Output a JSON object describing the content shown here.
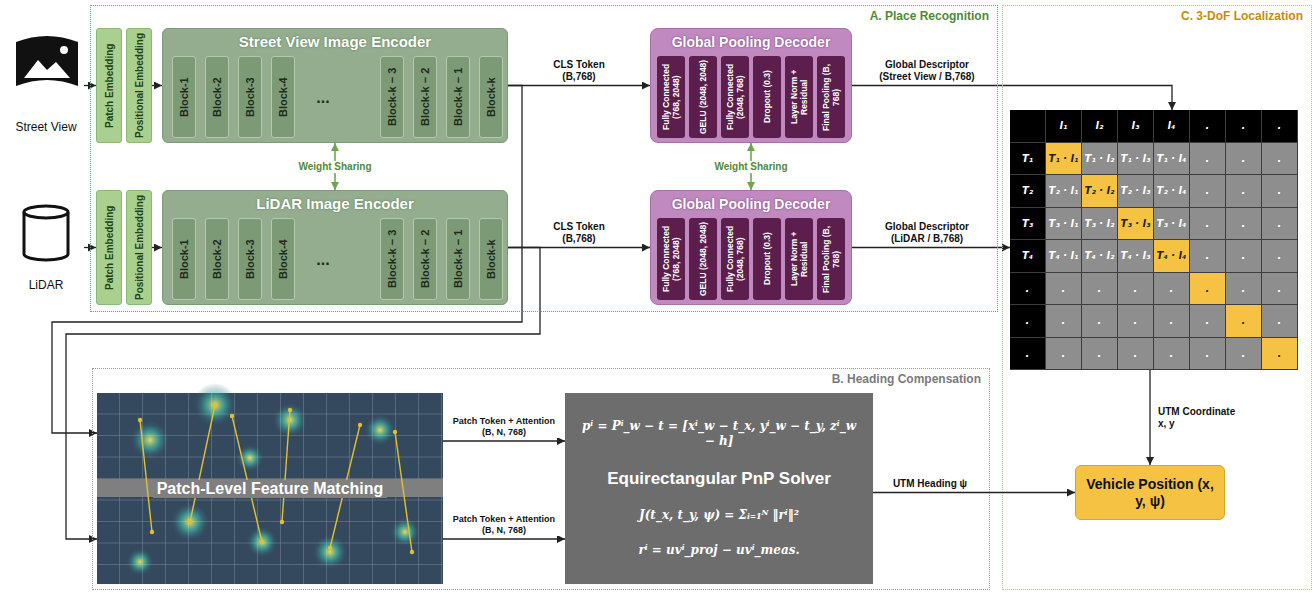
{
  "diagram": {
    "nodes": [
      {
        "text": [
          "Street View"
        ]
      },
      {
        "text": [
          "LiDAR"
        ]
      },
      {
        "text": [
          "A. Place Recognition"
        ]
      },
      {
        "text": [
          "Patch Embedding"
        ],
        "in": 2
      },
      {
        "text": [
          "Positional Embedding"
        ],
        "in": 2
      },
      {
        "text": [
          "Street View Image Encoder"
        ],
        "in": 2
      },
      {
        "text": [
          "Block-1"
        ],
        "in": 5
      },
      {
        "text": [
          "Block-2"
        ],
        "in": 5
      },
      {
        "text": [
          "Block-3"
        ],
        "in": 5
      },
      {
        "text": [
          "Block-4"
        ],
        "in": 5
      },
      {
        "text": [
          "Block-k − 3"
        ],
        "in": 5
      },
      {
        "text": [
          "Block-k − 2"
        ],
        "in": 5
      },
      {
        "text": [
          "Block-k − 1"
        ],
        "in": 5
      },
      {
        "text": [
          "Block-k"
        ],
        "in": 5
      },
      {
        "text": [
          "Global Pooling Decoder"
        ],
        "in": 2
      },
      {
        "text": [
          "Fully Connected (768, 2048)"
        ],
        "in": 14
      },
      {
        "text": [
          "GELU (2048, 2048)"
        ],
        "in": 14
      },
      {
        "text": [
          "Fully Connected (2048, 768)"
        ],
        "in": 14
      },
      {
        "text": [
          "Dropout (0.3)"
        ],
        "in": 14
      },
      {
        "text": [
          "Layer Norm + Residual"
        ],
        "in": 14
      },
      {
        "text": [
          "Final Pooling (B, 768)"
        ],
        "in": 14
      },
      {
        "text": [
          "Patch Embedding"
        ],
        "in": 2
      },
      {
        "text": [
          "Positional Embedding"
        ],
        "in": 2
      },
      {
        "text": [
          "LiDAR Image Encoder"
        ],
        "in": 2
      },
      {
        "text": [
          "Block-1"
        ],
        "in": 23
      },
      {
        "text": [
          "Block-2"
        ],
        "in": 23
      },
      {
        "text": [
          "Block-3"
        ],
        "in": 23
      },
      {
        "text": [
          "Block-4"
        ],
        "in": 23
      },
      {
        "text": [
          "Block-k − 3"
        ],
        "in": 23
      },
      {
        "text": [
          "Block-k − 2"
        ],
        "in": 23
      },
      {
        "text": [
          "Block-k − 1"
        ],
        "in": 23
      },
      {
        "text": [
          "Block-k"
        ],
        "in": 23
      },
      {
        "text": [
          "Global Pooling Decoder"
        ],
        "in": 2
      },
      {
        "text": [
          "Fully Connected (768, 2048)"
        ],
        "in": 32
      },
      {
        "text": [
          "GELU (2048, 2048)"
        ],
        "in": 32
      },
      {
        "text": [
          "Fully Connected (2048, 768)"
        ],
        "in": 32
      },
      {
        "text": [
          "Dropout (0.3)"
        ],
        "in": 32
      },
      {
        "text": [
          "Layer Norm + Residual"
        ],
        "in": 32
      },
      {
        "text": [
          "Final Pooling (B, 768)"
        ],
        "in": 32
      },
      {
        "text": [
          "C. 3-DoF Localization"
        ]
      },
      {
        "text": [],
        "in": 39
      },
      {
        "text": [
          "Vehicle Position (x, y, ψ)"
        ],
        "in": 39
      },
      {
        "text": [
          "B. Heading Compensation"
        ]
      },
      {
        "text": [
          "Patch-Level Feature Matching"
        ],
        "in": 42
      },
      {
        "text": [
          "pⁱ = Pⁱ_w − t = [xⁱ_w − t_x, yⁱ_w − t_y, zⁱ_w − h]",
          "Equirectangular PnP Solver",
          "J(t_x, t_y, ψ) = Σᵢ₌₁ᴺ ‖rⁱ‖²",
          "rⁱ = uvⁱ_proj − uvⁱ_meas."
        ],
        "in": 42
      }
    ],
    "edges": [
      {
        "from": 0,
        "to": 3,
        "arrow": "to"
      },
      {
        "from": 4,
        "to": 5,
        "arrow": "to"
      },
      {
        "from": 5,
        "to": 14,
        "arrow": "to",
        "label": "CLS Token (B,768)"
      },
      {
        "from": 5,
        "to": 23,
        "arrow": "both",
        "label": "Weight Sharing"
      },
      {
        "from": 14,
        "to": 32,
        "arrow": "both",
        "label": "Weight Sharing"
      },
      {
        "from": 1,
        "to": 21,
        "arrow": "to"
      },
      {
        "from": 22,
        "to": 23,
        "arrow": "to"
      },
      {
        "from": 23,
        "to": 32,
        "arrow": "to",
        "label": "CLS Token (B,768)"
      },
      {
        "from": 14,
        "to": 40,
        "arrow": "to",
        "label": "Global Descriptor (Street View / B,768)"
      },
      {
        "from": 32,
        "to": 40,
        "arrow": "to",
        "label": "Global Descriptor (LiDAR / B,768)"
      },
      {
        "from": 5,
        "to": 43,
        "arrow": "to"
      },
      {
        "from": 23,
        "to": 43,
        "arrow": "to"
      },
      {
        "from": 43,
        "to": 44,
        "arrow": "to",
        "label": "Patch Token + Attention (B, N, 768)"
      },
      {
        "from": 43,
        "to": 44,
        "arrow": "to",
        "label": "Patch Token + Attention (B, N, 768)"
      },
      {
        "from": 40,
        "to": 41,
        "arrow": "to",
        "label": "UTM Coordinate x, y"
      },
      {
        "from": 44,
        "to": 41,
        "arrow": "to",
        "label": "UTM Heading ψ"
      }
    ],
    "labels": [
      "...",
      "...",
      "l₁",
      "l₂",
      "l₃",
      "l₄",
      ".",
      ".",
      ".",
      "T₁",
      "T₁ · l₁",
      "T₁ · l₂",
      "T₁ · l₃",
      "T₁ · l₄",
      ".",
      ".",
      ".",
      "T₂",
      "T₂ · l₁",
      "T₂ · l₂",
      "T₂ · l₃",
      "T₂ · l₄",
      ".",
      ".",
      ".",
      "T₃",
      "T₃ · l₁",
      "T₃ · l₂",
      "T₃ · l₃",
      "T₃ · l₄",
      ".",
      ".",
      ".",
      "T₄",
      "T₄ · l₁",
      "T₄ · l₂",
      "T₄ · l₃",
      "T₄ · l₄",
      ".",
      ".",
      ".",
      ".",
      ".",
      ".",
      ".",
      ".",
      ".",
      ".",
      ".",
      ".",
      ".",
      ".",
      ".",
      ".",
      ".",
      ".",
      ".",
      ".",
      ".",
      ".",
      ".",
      ".",
      ".",
      ".",
      "."
    ]
  }
}
